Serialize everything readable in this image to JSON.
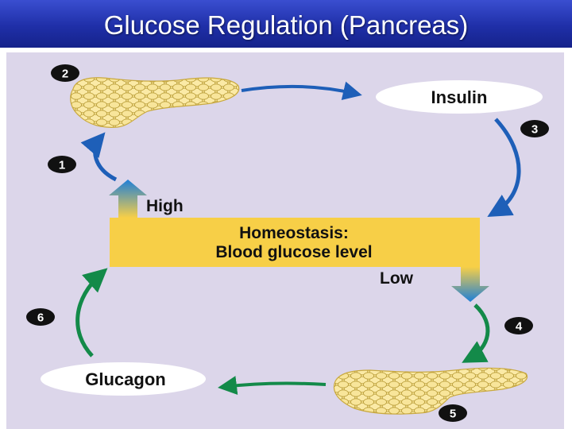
{
  "header": {
    "title": "Glucose Regulation (Pancreas)"
  },
  "diagram": {
    "hormones": {
      "insulin": "Insulin",
      "glucagon": "Glucagon"
    },
    "center": {
      "line1": "Homeostasis:",
      "line2": "Blood glucose level"
    },
    "levels": {
      "high": "High",
      "low": "Low"
    },
    "steps": [
      "1",
      "2",
      "3",
      "4",
      "5",
      "6"
    ]
  },
  "colors": {
    "header_blue": "#1f2fa8",
    "panel_lavender": "#dcd6ea",
    "center_box_yellow": "#f7cf47",
    "insulin_arrow_blue": "#1e5fb8",
    "glucagon_arrow_green": "#138a49",
    "pancreas_yellow": "#f6e08a"
  }
}
